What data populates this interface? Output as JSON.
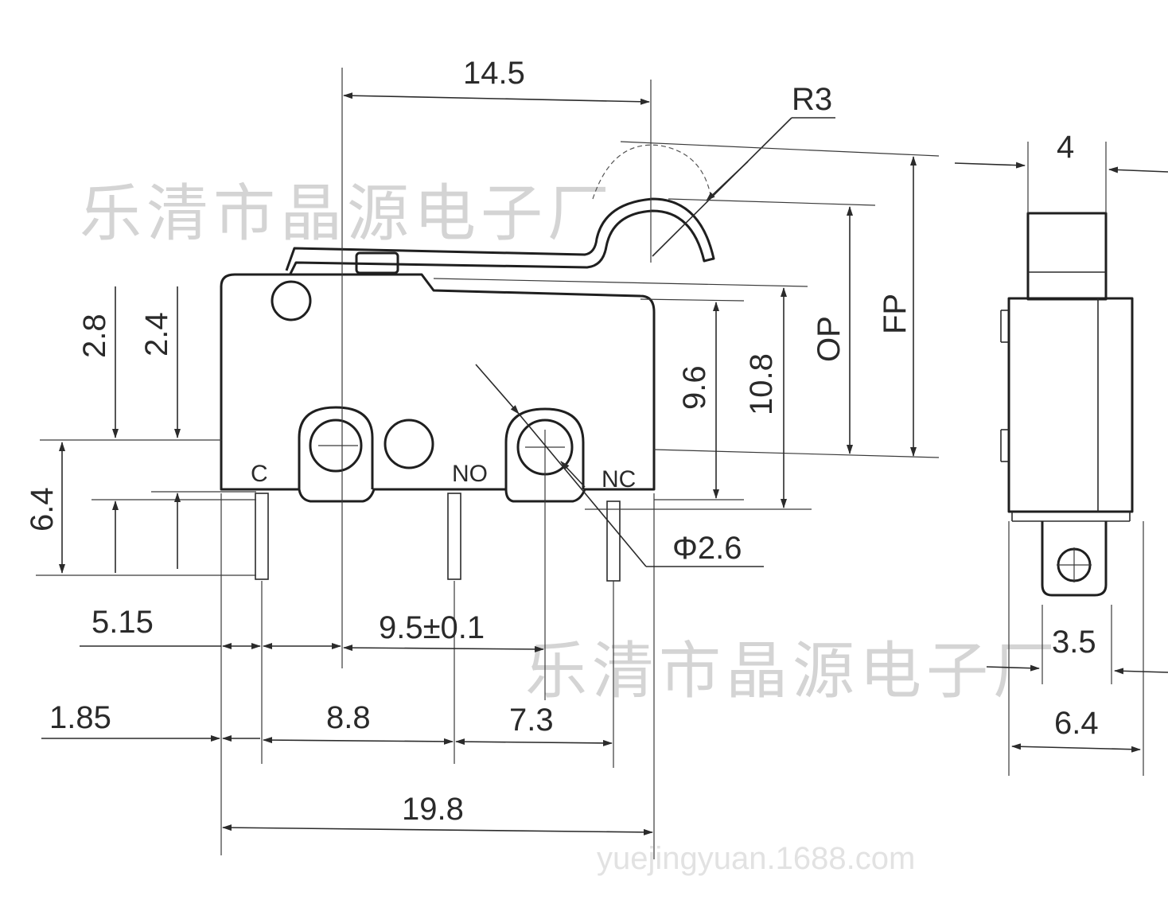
{
  "watermark": {
    "company": "乐清市晶源电子厂",
    "site": "yuejingyuan.1688.com"
  },
  "terminals": {
    "c": "C",
    "no": "NO",
    "nc": "NC"
  },
  "labels": {
    "op": "OP",
    "fp": "FP"
  },
  "dimensions": {
    "lever_length": "14.5",
    "roller_radius": "R3",
    "hole_diameter": "Φ2.6",
    "height_9_6": "9.6",
    "height_10_8": "10.8",
    "left_2_8": "2.8",
    "left_2_4": "2.4",
    "terminal_6_4": "6.4",
    "pitch_5_15": "5.15",
    "pitch_9_5": "9.5±0.1",
    "offset_1_85": "1.85",
    "spacing_8_8": "8.8",
    "spacing_7_3": "7.3",
    "overall_19_8": "19.8",
    "side_width_4": "4",
    "side_tab_3_5": "3.5",
    "side_body_6_4": "6.4"
  },
  "colors": {
    "line": "#2b2b2b",
    "watermark": "#d4d4d4"
  }
}
